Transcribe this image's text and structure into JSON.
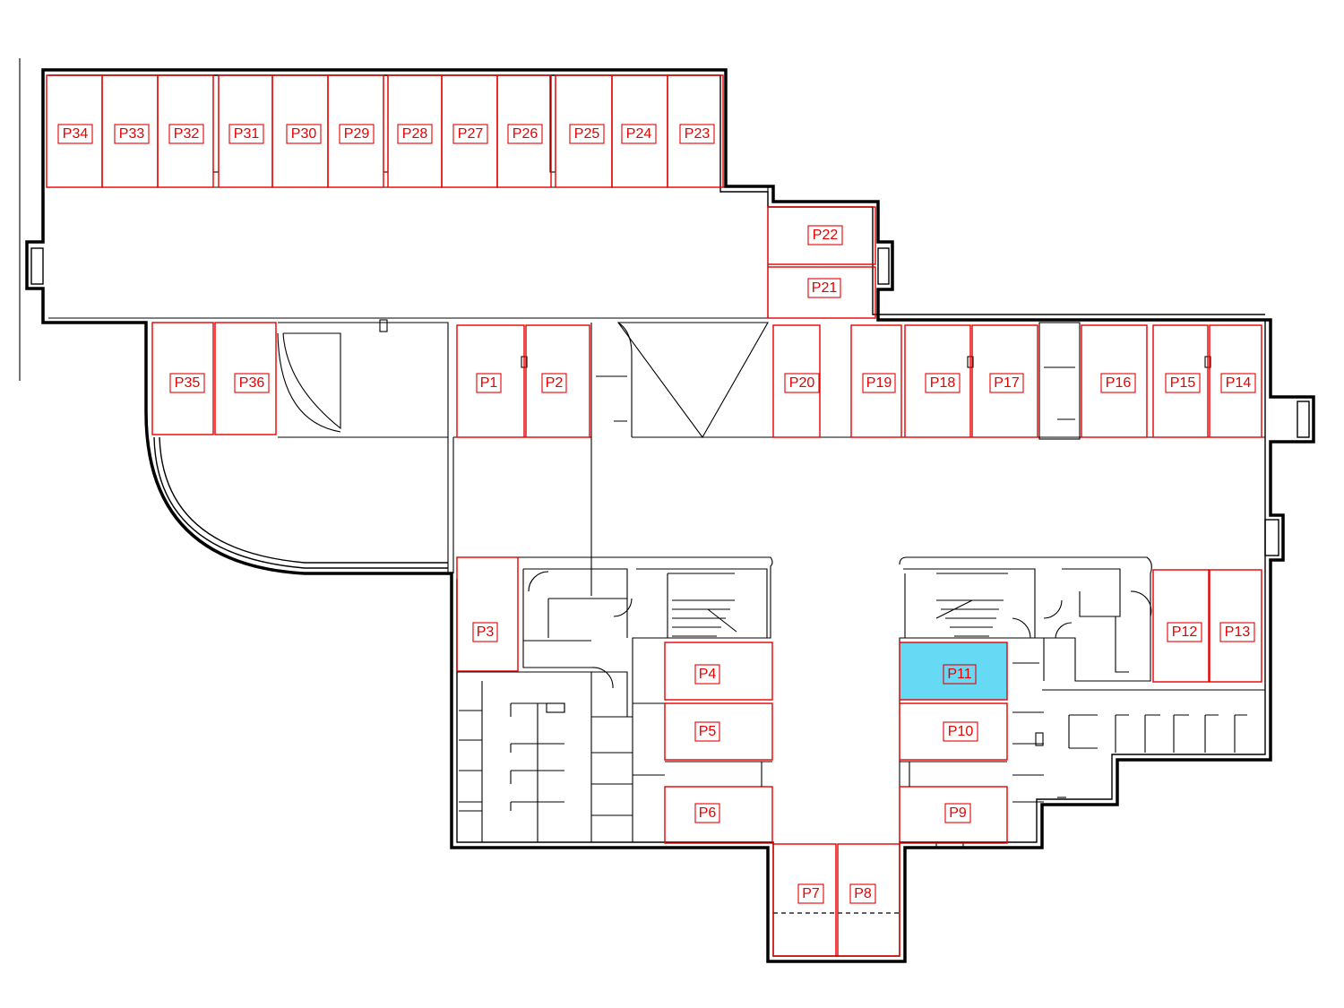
{
  "plan": {
    "selected_space": "P11",
    "colors": {
      "space_outline": "#e60000",
      "selected_fill": "#66d9f5",
      "walls": "#000000"
    },
    "spaces": [
      {
        "id": "P34",
        "label": "P34"
      },
      {
        "id": "P33",
        "label": "P33"
      },
      {
        "id": "P32",
        "label": "P32"
      },
      {
        "id": "P31",
        "label": "P31"
      },
      {
        "id": "P30",
        "label": "P30"
      },
      {
        "id": "P29",
        "label": "P29"
      },
      {
        "id": "P28",
        "label": "P28"
      },
      {
        "id": "P27",
        "label": "P27"
      },
      {
        "id": "P26",
        "label": "P26"
      },
      {
        "id": "P25",
        "label": "P25"
      },
      {
        "id": "P24",
        "label": "P24"
      },
      {
        "id": "P23",
        "label": "P23"
      },
      {
        "id": "P22",
        "label": "P22"
      },
      {
        "id": "P21",
        "label": "P21"
      },
      {
        "id": "P35",
        "label": "P35"
      },
      {
        "id": "P36",
        "label": "P36"
      },
      {
        "id": "P1",
        "label": "P1"
      },
      {
        "id": "P2",
        "label": "P2"
      },
      {
        "id": "P20",
        "label": "P20"
      },
      {
        "id": "P19",
        "label": "P19"
      },
      {
        "id": "P18",
        "label": "P18"
      },
      {
        "id": "P17",
        "label": "P17"
      },
      {
        "id": "P16",
        "label": "P16"
      },
      {
        "id": "P15",
        "label": "P15"
      },
      {
        "id": "P14",
        "label": "P14"
      },
      {
        "id": "P3",
        "label": "P3"
      },
      {
        "id": "P4",
        "label": "P4"
      },
      {
        "id": "P5",
        "label": "P5"
      },
      {
        "id": "P6",
        "label": "P6"
      },
      {
        "id": "P7",
        "label": "P7"
      },
      {
        "id": "P8",
        "label": "P8"
      },
      {
        "id": "P9",
        "label": "P9"
      },
      {
        "id": "P10",
        "label": "P10"
      },
      {
        "id": "P11",
        "label": "P11"
      },
      {
        "id": "P12",
        "label": "P12"
      },
      {
        "id": "P13",
        "label": "P13"
      }
    ]
  }
}
